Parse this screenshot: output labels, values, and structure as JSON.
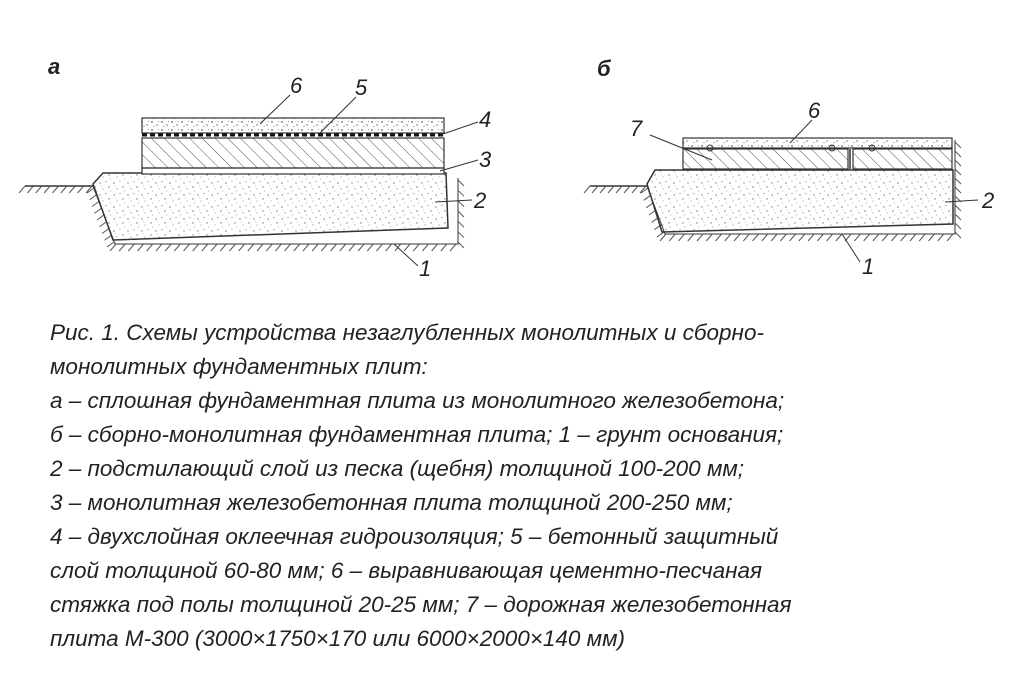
{
  "figure": {
    "panel_a": {
      "letter": "а",
      "callouts": {
        "c6": "6",
        "c5": "5",
        "c4": "4",
        "c3": "3",
        "c2": "2",
        "c1": "1"
      }
    },
    "panel_b": {
      "letter": "б",
      "callouts": {
        "c7": "7",
        "c6": "6",
        "c2": "2",
        "c1": "1"
      }
    }
  },
  "caption": {
    "lines": [
      "Рис. 1. Схемы устройства незаглубленных монолитных и сборно-",
      "монолитных фундаментных плит:",
      "а – сплошная фундаментная плита из монолитного железобетона;",
      "б – сборно-монолитная фундаментная плита; 1 – грунт основания;",
      "2 – подстилающий слой из песка (щебня) толщиной 100-200 мм;",
      "3 – монолитная железобетонная плита толщиной 200-250 мм;",
      "4 – двухслойная оклеечная гидроизоляция; 5 – бетонный защитный",
      "слой толщиной 60-80 мм; 6 – выравнивающая цементно-песчаная",
      "стяжка под полы толщиной 20-25 мм; 7 – дорожная железобетонная",
      "плита М-300 (3000×1750×170 или 6000×2000×140 мм)"
    ]
  }
}
